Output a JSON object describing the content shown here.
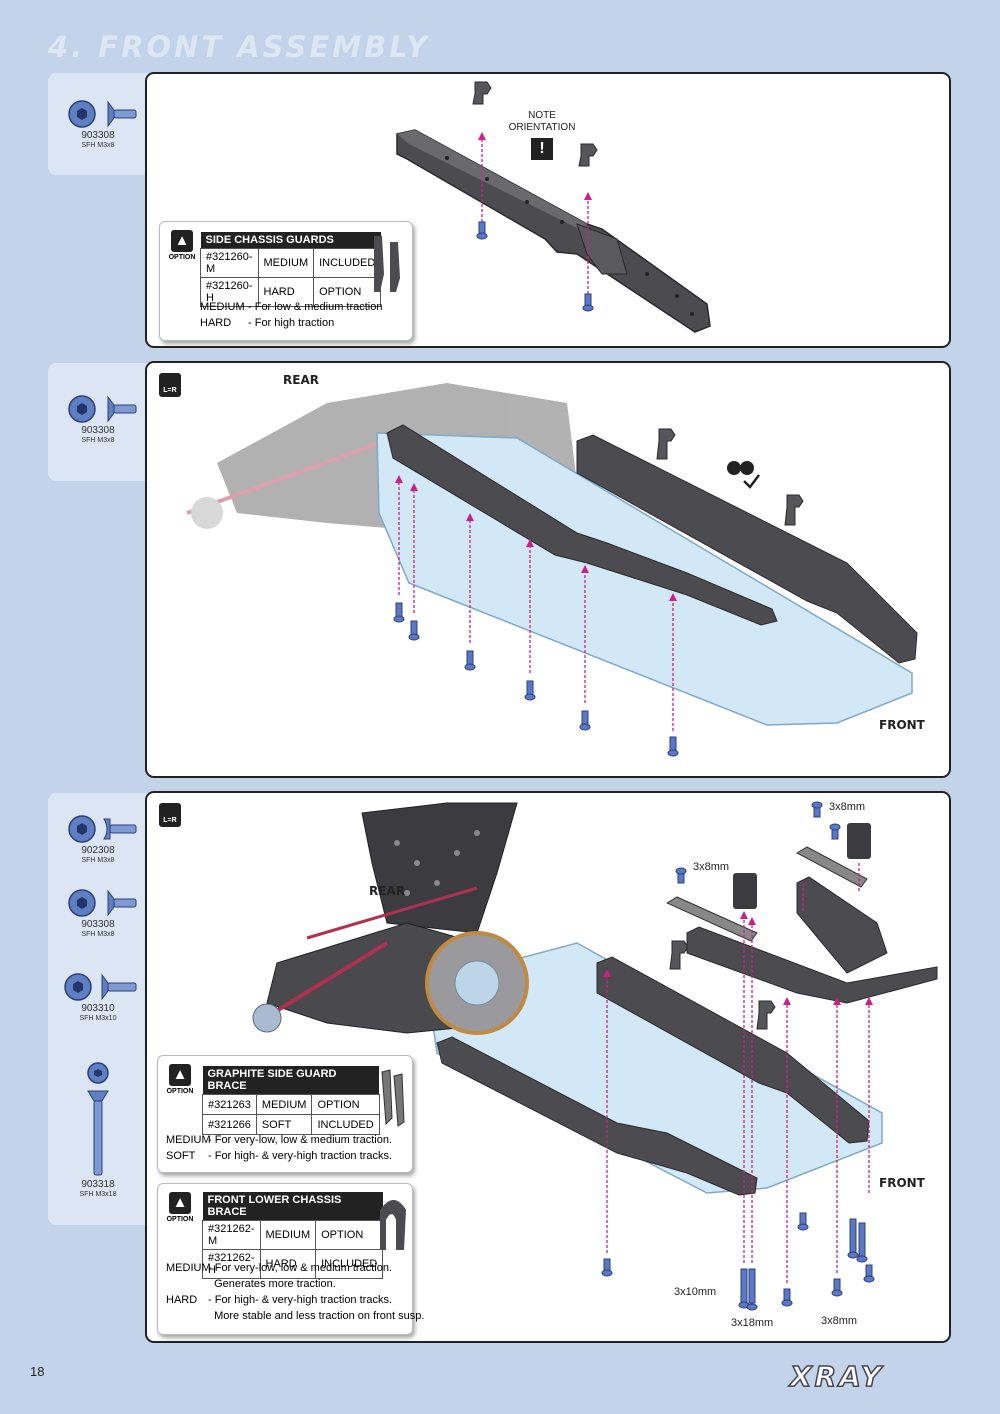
{
  "page_title": "4. FRONT ASSEMBLY",
  "page_number": "18",
  "brand_logo": "XRAY",
  "colors": {
    "background": "#c3d3ea",
    "title": "#dde7f4",
    "arrow": "#cc1f88",
    "plate": "#cfe6f5",
    "graphite": "#444448"
  },
  "step1": {
    "parts": [
      {
        "code": "903308",
        "name": "SFH M3x8"
      }
    ],
    "note": {
      "line1": "NOTE",
      "line2": "ORIENTATION",
      "icon": "exclamation-icon"
    },
    "option_box": {
      "icon_label": "OPTION",
      "header": "SIDE CHASSIS GUARDS",
      "rows": [
        [
          "#321260-M",
          "MEDIUM",
          "INCLUDED"
        ],
        [
          "#321260-H",
          "HARD",
          "OPTION"
        ]
      ],
      "notes": [
        {
          "k": "MEDIUM",
          "v": "- For low & medium traction"
        },
        {
          "k": "HARD",
          "v": "- For high traction"
        }
      ]
    }
  },
  "step2": {
    "parts": [
      {
        "code": "903308",
        "name": "SFH M3x8"
      }
    ],
    "lr_icon": "L=R",
    "rear_label": "REAR",
    "front_label": "FRONT"
  },
  "step3": {
    "parts": [
      {
        "code": "902308",
        "name": "SFH M3x8"
      },
      {
        "code": "903308",
        "name": "SFH M3x8"
      },
      {
        "code": "903310",
        "name": "SFH M3x10"
      },
      {
        "code": "903318",
        "name": "SFH M3x18"
      }
    ],
    "lr_icon": "L=R",
    "rear_label": "REAR",
    "front_label": "FRONT",
    "dimensions": {
      "top_right": "3x8mm",
      "mid": "3x8mm",
      "bottom_left": "3x10mm",
      "bottom_mid": "3x18mm",
      "bottom_right": "3x8mm"
    },
    "option_box_1": {
      "icon_label": "OPTION",
      "header": "GRAPHITE SIDE GUARD BRACE",
      "rows": [
        [
          "#321263",
          "MEDIUM",
          "OPTION"
        ],
        [
          "#321266",
          "SOFT",
          "INCLUDED"
        ]
      ],
      "notes": [
        {
          "k": "MEDIUM",
          "v": "- For very-low, low & medium traction."
        },
        {
          "k": "SOFT",
          "v": "- For high- & very-high traction tracks."
        }
      ]
    },
    "option_box_2": {
      "icon_label": "OPTION",
      "header": "FRONT LOWER CHASSIS BRACE",
      "rows": [
        [
          "#321262-M",
          "MEDIUM",
          "OPTION"
        ],
        [
          "#321262-H",
          "HARD",
          "INCLUDED"
        ]
      ],
      "notes": [
        {
          "k": "MEDIUM",
          "v": "- For very-low, low & medium traction."
        },
        {
          "k": "",
          "v": "  Generates more traction."
        },
        {
          "k": "HARD",
          "v": "- For high- & very-high traction tracks."
        },
        {
          "k": "",
          "v": "  More stable and less traction on front susp."
        }
      ]
    }
  }
}
